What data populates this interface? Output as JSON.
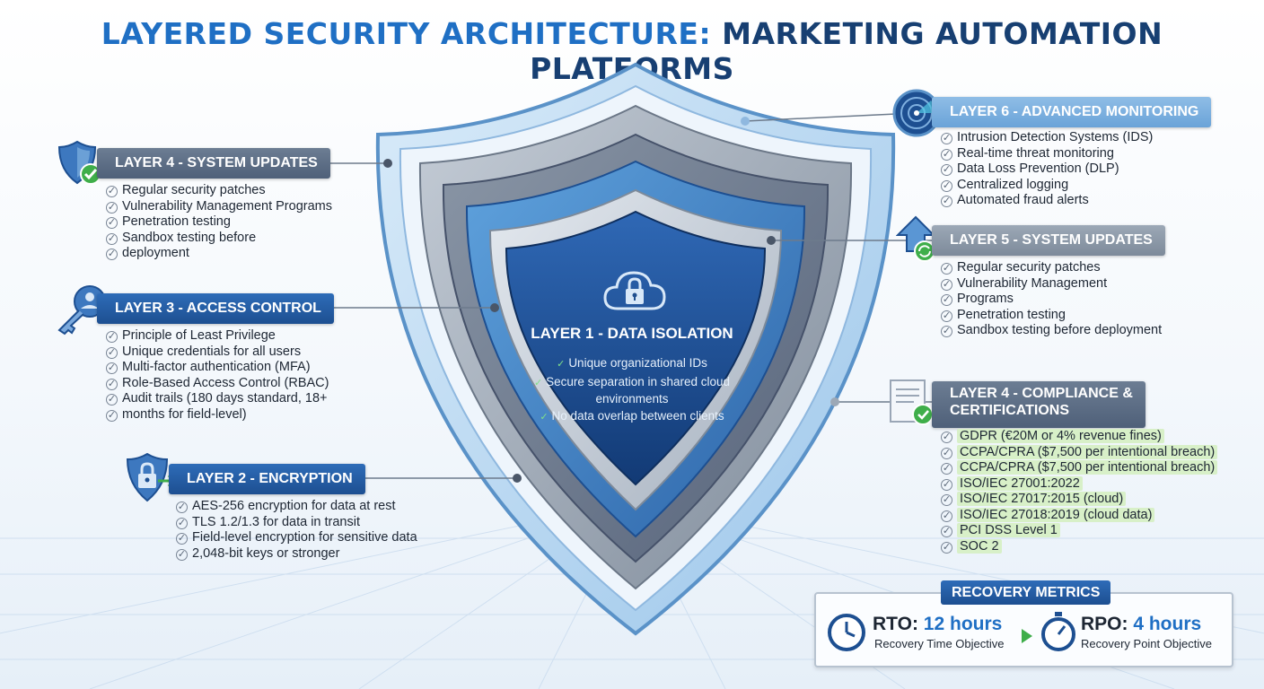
{
  "title": {
    "part1": "LAYERED SECURITY ARCHITECTURE:",
    "part2": "MARKETING AUTOMATION PLATFORMS"
  },
  "colors": {
    "title_blue": "#1f6fc4",
    "title_navy": "#173f72",
    "check_highlight": "#d8f0c8",
    "header_dark": "#4f6079",
    "header_blue": "#1d4f91",
    "header_light": "#6aa3d8"
  },
  "layer4_left": {
    "label": "LAYER 4 - SYSTEM UPDATES",
    "icon": "shield-check-icon",
    "items": [
      "Regular security patches",
      "Vulnerability Management Programs",
      "Penetration testing",
      "Sandbox testing before",
      "deployment"
    ]
  },
  "layer3": {
    "label": "LAYER 3 - ACCESS CONTROL",
    "icon": "key-user-icon",
    "items": [
      "Principle of Least Privilege",
      "Unique credentials for all users",
      "Multi-factor authentication (MFA)",
      "Role-Based Access Control (RBAC)",
      "Audit trails (180 days standard, 18+",
      "months for field-level)"
    ]
  },
  "layer2": {
    "label": "LAYER 2 - ENCRYPTION",
    "icon": "lock-shield-icon",
    "items": [
      "AES-256 encryption for data at rest",
      "TLS 1.2/1.3 for data in transit",
      "Field-level encryption for sensitive data",
      "2,048-bit keys or stronger"
    ]
  },
  "layer1": {
    "label": "LAYER 1 - DATA ISOLATION",
    "icon": "cloud-lock-icon",
    "items": [
      "Unique organizational IDs",
      "Secure separation in shared cloud environments",
      "No data overlap between clients"
    ]
  },
  "layer6": {
    "label": "LAYER 6 - ADVANCED MONITORING",
    "icon": "radar-icon",
    "items": [
      "Intrusion Detection Systems (IDS)",
      "Real-time threat monitoring",
      "Data Loss Prevention (DLP)",
      "Centralized logging",
      "Automated fraud alerts"
    ]
  },
  "layer5": {
    "label": "LAYER 5 - SYSTEM UPDATES",
    "icon": "update-arrow-icon",
    "items": [
      "Regular security patches",
      "Vulnerability Management",
      "Programs",
      "Penetration testing",
      "Sandbox testing before deployment"
    ]
  },
  "layer4_right": {
    "label_line1": "LAYER 4 - COMPLIANCE &",
    "label_line2": "CERTIFICATIONS",
    "icon": "certificate-icon",
    "items": [
      "GDPR (€20M or 4% revenue fines)",
      "CCPA/CPRA ($7,500 per intentional breach)",
      "CCPA/CPRA ($7,500 per intentional breach)",
      "ISO/IEC 27001:2022",
      "ISO/IEC 27017:2015 (cloud)",
      "ISO/IEC 27018:2019 (cloud data)",
      "PCI DSS Level 1",
      "SOC 2"
    ]
  },
  "recovery": {
    "title": "RECOVERY METRICS",
    "rto_label": "RTO:",
    "rto_value": "12 hours",
    "rto_sub": "Recovery Time Objective",
    "rpo_label": "RPO:",
    "rpo_value": "4 hours",
    "rpo_sub": "Recovery Point Objective",
    "rto_icon": "clock-icon",
    "rpo_icon": "stopwatch-icon"
  }
}
